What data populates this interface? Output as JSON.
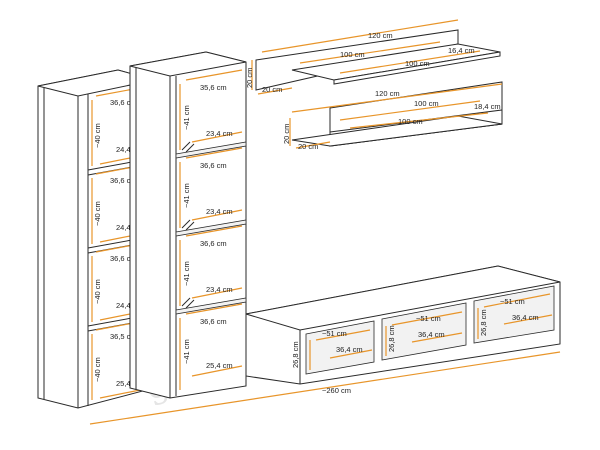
{
  "watermark": "gerbotkin.ua",
  "colors": {
    "dimension": "#e8952a",
    "outline": "#2a2a2a"
  },
  "shelves": {
    "top": {
      "width": "120 cm",
      "inner": "100 cm",
      "bottom": "100 cm",
      "depth_right": "16,4 cm",
      "height": "20 cm",
      "depth_left": "20 cm"
    },
    "middle": {
      "width": "120 cm",
      "inner": "100 cm",
      "bottom": "100 cm",
      "depth_right": "18,4 cm",
      "height": "20 cm",
      "depth_left": "20 cm"
    }
  },
  "cabinet_left": {
    "compartments": [
      {
        "width": "36,6 cm",
        "height": "~40 cm",
        "depth": "24,4 cm"
      },
      {
        "width": "36,6 cm",
        "height": "~40 cm",
        "depth": "24,4 cm"
      },
      {
        "width": "36,6 cm",
        "height": "~40 cm",
        "depth": "24,4 cm"
      },
      {
        "width": "36,5 cm",
        "height": "~40 cm",
        "depth": "25,4 cm"
      }
    ]
  },
  "cabinet_right": {
    "compartments": [
      {
        "width": "35,6 cm",
        "height": "~41 cm",
        "depth": "23,4 cm"
      },
      {
        "width": "36,6 cm",
        "height": "~41 cm",
        "depth": "23,4 cm"
      },
      {
        "width": "36,6 cm",
        "height": "~41 cm",
        "depth": "23,4 cm"
      },
      {
        "width": "36,6 cm",
        "height": "~41 cm",
        "depth": "25,4 cm"
      }
    ]
  },
  "tv_unit": {
    "total_width": "~260 cm",
    "compartments": [
      {
        "width": "~51 cm",
        "height": "26,8 cm",
        "depth": "36,4 cm"
      },
      {
        "width": "~51 cm",
        "height": "26,8 cm",
        "depth": "36,4 cm"
      },
      {
        "width": "~51 cm",
        "height": "26,8 cm",
        "depth": "36,4 cm"
      }
    ]
  }
}
